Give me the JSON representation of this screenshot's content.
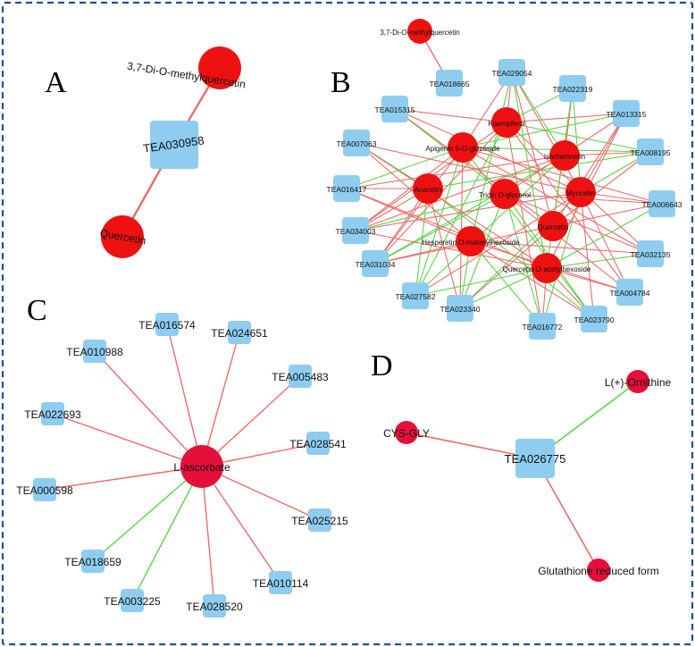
{
  "colors": {
    "frame": "#1f4e9c",
    "metabolite_node": "#ee1111",
    "metabolite_node_cd": "#e60f3a",
    "gene_node": "#8ecdf0",
    "positive_edge": "#ee6b6b",
    "negative_edge": "#5cd44a"
  },
  "panels": {
    "A": {
      "letter": "A",
      "nodes": [
        {
          "id": "a1",
          "label": "3,7-Di-O-methylquercetin",
          "kind": "metabolite"
        },
        {
          "id": "a2",
          "label": "TEA030958",
          "kind": "gene"
        },
        {
          "id": "a3",
          "label": "Quercetin",
          "kind": "metabolite"
        }
      ],
      "edges": [
        {
          "from": "a1",
          "to": "a2",
          "sign": "pos"
        },
        {
          "from": "a2",
          "to": "a3",
          "sign": "pos"
        }
      ]
    },
    "B": {
      "letter": "B",
      "nodes": [
        {
          "id": "b_dmq",
          "label": "3,7-Di-O-methylquercetin",
          "kind": "metabolite"
        },
        {
          "id": "b_kae",
          "label": "Kaempferol",
          "kind": "metabolite"
        },
        {
          "id": "b_api",
          "label": "Apigenin 5-O-glucoside",
          "kind": "metabolite"
        },
        {
          "id": "b_iso",
          "label": "Isorhamnetin",
          "kind": "metabolite"
        },
        {
          "id": "b_aca",
          "label": "Acacetin",
          "kind": "metabolite"
        },
        {
          "id": "b_tri",
          "label": "Tricin O-glycerol",
          "kind": "metabolite"
        },
        {
          "id": "b_myr",
          "label": "Myricetin",
          "kind": "metabolite"
        },
        {
          "id": "b_que",
          "label": "Quercetin",
          "kind": "metabolite"
        },
        {
          "id": "b_hes",
          "label": "Hesperetin O-malonylhexoside",
          "kind": "metabolite"
        },
        {
          "id": "b_qac",
          "label": "Quercetin O-acetylhexoside",
          "kind": "metabolite"
        },
        {
          "id": "b_018665",
          "label": "TEA018665",
          "kind": "gene"
        },
        {
          "id": "b_029054",
          "label": "TEA029054",
          "kind": "gene"
        },
        {
          "id": "b_022319",
          "label": "TEA022319",
          "kind": "gene"
        },
        {
          "id": "b_015315",
          "label": "TEA015315",
          "kind": "gene"
        },
        {
          "id": "b_013315",
          "label": "TEA013315",
          "kind": "gene"
        },
        {
          "id": "b_007063",
          "label": "TEA007063",
          "kind": "gene"
        },
        {
          "id": "b_008195",
          "label": "TEA008195",
          "kind": "gene"
        },
        {
          "id": "b_016417",
          "label": "TEA016417",
          "kind": "gene"
        },
        {
          "id": "b_006643",
          "label": "TEA006643",
          "kind": "gene"
        },
        {
          "id": "b_034003",
          "label": "TEA034003",
          "kind": "gene"
        },
        {
          "id": "b_031034",
          "label": "TEA031034",
          "kind": "gene"
        },
        {
          "id": "b_032135",
          "label": "TEA032135",
          "kind": "gene"
        },
        {
          "id": "b_027582",
          "label": "TEA027582",
          "kind": "gene"
        },
        {
          "id": "b_004784",
          "label": "TEA004784",
          "kind": "gene"
        },
        {
          "id": "b_023340",
          "label": "TEA023340",
          "kind": "gene"
        },
        {
          "id": "b_016772",
          "label": "TEA016772",
          "kind": "gene"
        },
        {
          "id": "b_023790",
          "label": "TEA023790",
          "kind": "gene"
        }
      ]
    },
    "C": {
      "letter": "C",
      "hub": {
        "id": "c_hub",
        "label": "L-ascorbate",
        "kind": "metabolite"
      },
      "nodes": [
        {
          "id": "c1",
          "label": "TEA016574",
          "sign": "pos"
        },
        {
          "id": "c2",
          "label": "TEA024651",
          "sign": "pos"
        },
        {
          "id": "c3",
          "label": "TEA010988",
          "sign": "pos"
        },
        {
          "id": "c4",
          "label": "TEA005483",
          "sign": "pos"
        },
        {
          "id": "c5",
          "label": "TEA022693",
          "sign": "pos"
        },
        {
          "id": "c6",
          "label": "TEA028541",
          "sign": "pos"
        },
        {
          "id": "c7",
          "label": "TEA000598",
          "sign": "pos"
        },
        {
          "id": "c8",
          "label": "TEA025215",
          "sign": "pos"
        },
        {
          "id": "c9",
          "label": "TEA018659",
          "sign": "neg"
        },
        {
          "id": "c10",
          "label": "TEA010114",
          "sign": "pos"
        },
        {
          "id": "c11",
          "label": "TEA003225",
          "sign": "neg"
        },
        {
          "id": "c12",
          "label": "TEA028520",
          "sign": "pos"
        }
      ]
    },
    "D": {
      "letter": "D",
      "hub": {
        "id": "d_hub",
        "label": "TEA026775",
        "kind": "gene"
      },
      "nodes": [
        {
          "id": "d1",
          "label": "L(+)-Ornithine",
          "sign": "neg"
        },
        {
          "id": "d2",
          "label": "CYS-GLY",
          "sign": "pos"
        },
        {
          "id": "d3",
          "label": "Glutathione reduced form",
          "sign": "pos"
        }
      ]
    }
  }
}
